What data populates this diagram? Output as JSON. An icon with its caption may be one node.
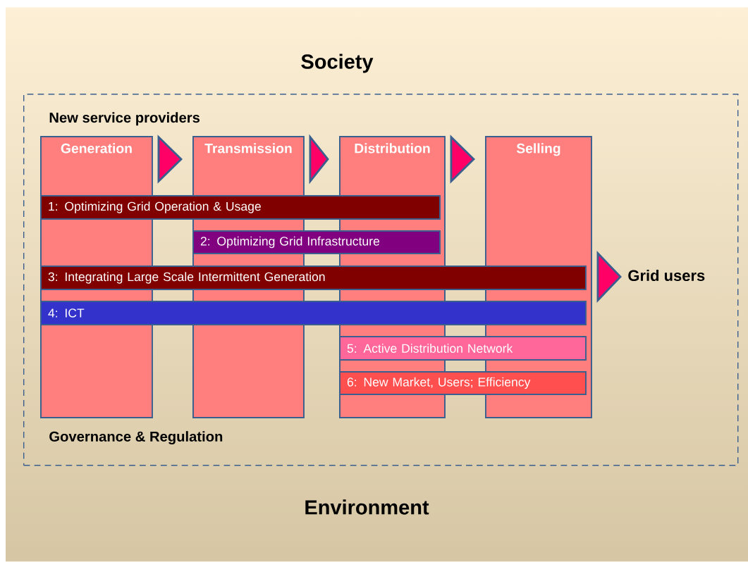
{
  "diagram": {
    "nodes": [
      {
        "text": [
          "New service providers",
          "Governance & Regulation"
        ]
      },
      {
        "text": [
          "Generation"
        ],
        "in": 0
      },
      {
        "text": [
          "Transmission"
        ],
        "in": 0
      },
      {
        "text": [
          "Distribution"
        ],
        "in": 0
      },
      {
        "text": [
          "Selling"
        ],
        "in": 0
      },
      {
        "text": [
          "1: Optimizing Grid Operation & Usage"
        ],
        "in": 0
      },
      {
        "text": [
          "2: Optimizing Grid Infrastructure"
        ],
        "in": 0
      },
      {
        "text": [
          "3: Integrating Large Scale Intermittent Generation"
        ],
        "in": 0
      },
      {
        "text": [
          "4: ICT"
        ],
        "in": 0
      },
      {
        "text": [
          "5: Active Distribution Network"
        ],
        "in": 0
      },
      {
        "text": [
          "6: New Market, Users; Efficiency"
        ],
        "in": 0
      },
      {
        "text": [
          "Grid users"
        ],
        "in": 0
      }
    ],
    "edges": [
      {
        "from": 1,
        "to": 2,
        "arrow": "to"
      },
      {
        "from": 2,
        "to": 3,
        "arrow": "to"
      },
      {
        "from": 3,
        "to": 4,
        "arrow": "to"
      },
      {
        "from": 4,
        "to": 11,
        "arrow": "to"
      }
    ],
    "labels": [
      "Society",
      "Environment"
    ]
  }
}
